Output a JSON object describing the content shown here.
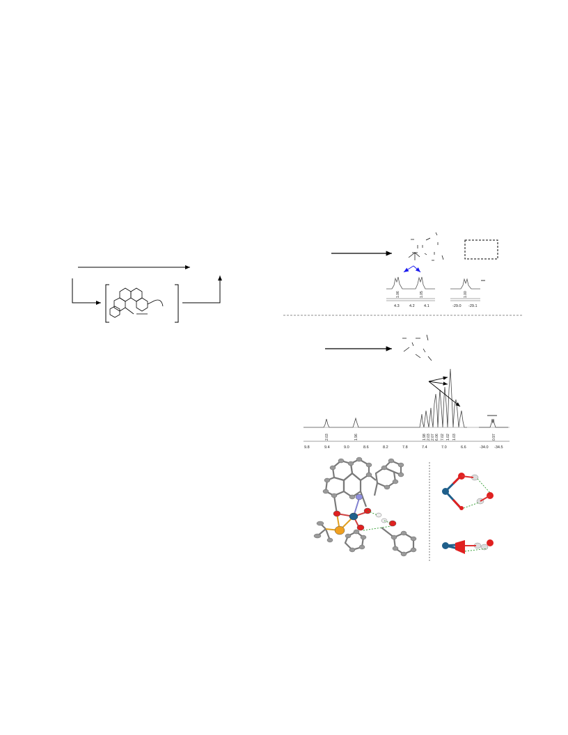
{
  "spectrum_a": {
    "ticks": [
      "4.3",
      "4.2",
      "4.1"
    ],
    "integrals": [
      "1.06",
      "1.05"
    ]
  },
  "spectrum_b": {
    "ticks": [
      "-29.0",
      "-29.1"
    ],
    "integrals": [
      "1.00"
    ]
  },
  "spectrum_c": {
    "ticks": [
      "9.8",
      "9.4",
      "9.0",
      "8.6",
      "8.2",
      "7.8",
      "7.4",
      "7.0",
      "6.6"
    ],
    "integrals": [
      "2.03",
      "1.96",
      "1.98",
      "2.03",
      "2.07",
      "6.06",
      "7.02",
      "1.02",
      "1.03"
    ]
  },
  "spectrum_d": {
    "ticks": [
      "-34.0",
      "-34.5"
    ],
    "integrals": [
      "0.97"
    ]
  },
  "colors": {
    "metal": "#1f5f8b",
    "oxygen": "#e02020",
    "phosphorus": "#f0a020",
    "nitrogen": "#8080d0",
    "carbon": "#8a8a8a",
    "hbond": "#2a9a2a",
    "arrow_blue": "#1a1aee"
  }
}
